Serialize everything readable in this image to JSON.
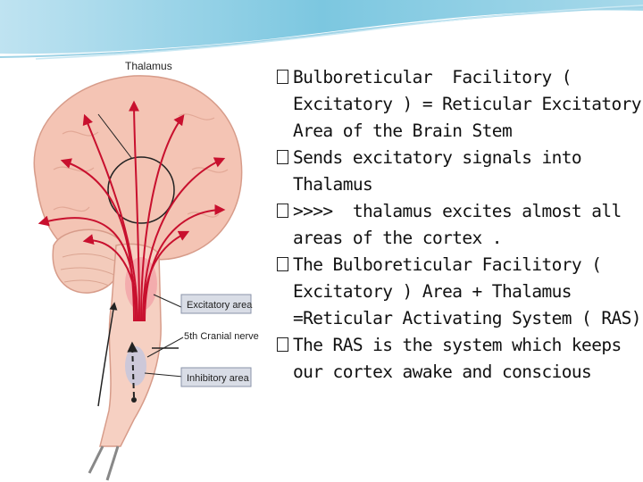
{
  "figure": {
    "labels": {
      "thalamus": "Thalamus",
      "excitatory_area": "Excitatory area",
      "cranial_nerve": "5th Cranial nerve",
      "inhibitory_area": "Inhibitory area"
    }
  },
  "bullets": [
    "Bulboreticular  Facilitory ( Excitatory ) = Reticular Excitatory Area of the Brain Stem",
    "Sends excitatory signals into Thalamus",
    ">>>>  thalamus excites almost all areas of the cortex .",
    "The Bulboreticular Facilitory ( Excitatory ) Area + Thalamus =Reticular Activating System ( RAS)",
    "The RAS is the system which keeps our cortex awake and conscious"
  ],
  "colors": {
    "header_blue": "#7cc7e0",
    "arrow_red": "#c8102e",
    "brain_pink": "#f4c4b4",
    "label_box": "#d9dde6"
  }
}
